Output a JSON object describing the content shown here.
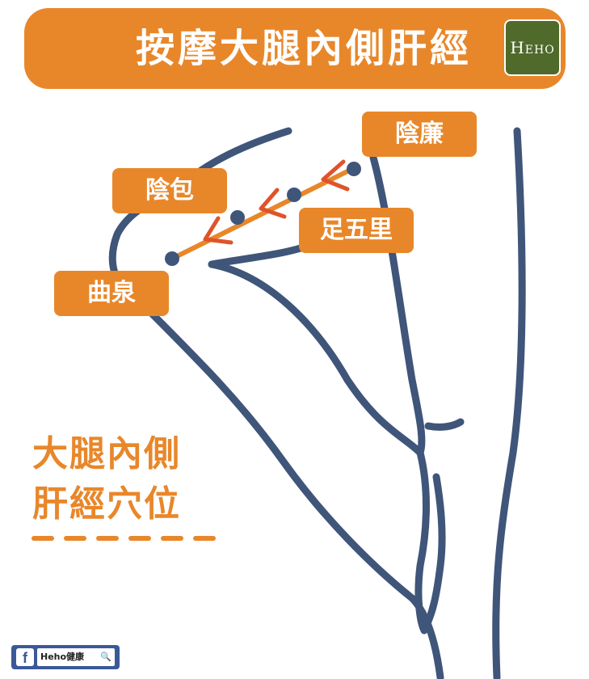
{
  "header": {
    "title": "按摩大腿內側肝經"
  },
  "logo": {
    "first": "H",
    "rest": "EHO"
  },
  "points": {
    "yinlian": "陰廉",
    "yinbao": "陰包",
    "zuwuli": "足五里",
    "ququan": "曲泉"
  },
  "caption": {
    "line1": "大腿內側",
    "line2": "肝經穴位"
  },
  "facebook": {
    "icon": "f",
    "page_name": "Heho健康",
    "search_icon": "🔍"
  },
  "colors": {
    "accent": "#e8872a",
    "line": "#3f5579",
    "arrow": "#e0532a",
    "logo_bg": "#4f6a2a",
    "facebook": "#3b5998"
  }
}
